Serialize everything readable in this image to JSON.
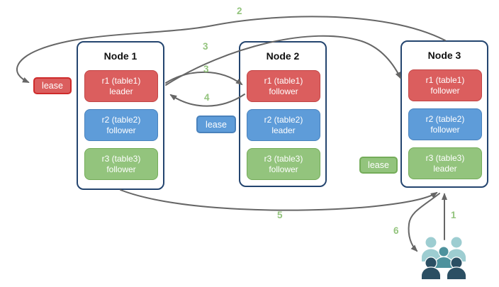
{
  "diagram": {
    "nodes": [
      {
        "title": "Node 1",
        "replicas": [
          {
            "name": "r1 (table1)",
            "role": "leader",
            "color": "red"
          },
          {
            "name": "r2 (table2)",
            "role": "follower",
            "color": "blue"
          },
          {
            "name": "r3 (table3)",
            "role": "follower",
            "color": "green"
          }
        ]
      },
      {
        "title": "Node 2",
        "replicas": [
          {
            "name": "r1 (table1)",
            "role": "follower",
            "color": "red"
          },
          {
            "name": "r2 (table2)",
            "role": "leader",
            "color": "blue"
          },
          {
            "name": "r3 (table3)",
            "role": "follower",
            "color": "green"
          }
        ]
      },
      {
        "title": "Node 3",
        "replicas": [
          {
            "name": "r1 (table1)",
            "role": "follower",
            "color": "red"
          },
          {
            "name": "r2 (table2)",
            "role": "follower",
            "color": "blue"
          },
          {
            "name": "r3 (table3)",
            "role": "leader",
            "color": "green"
          }
        ]
      }
    ],
    "leases": [
      {
        "label": "lease",
        "color": "red"
      },
      {
        "label": "lease",
        "color": "blue"
      },
      {
        "label": "lease",
        "color": "green"
      }
    ],
    "steps": {
      "s1": "1",
      "s2": "2",
      "s3a": "3",
      "s3b": "3",
      "s4": "4",
      "s5": "5",
      "s6": "6"
    },
    "colors": {
      "red_fill": "#DB5E5E",
      "red_border": "#C24646",
      "red_lease_border": "#CE2B2B",
      "blue_fill": "#5E9CD9",
      "blue_border": "#4A82BC",
      "green_fill": "#93C47D",
      "green_border": "#74AC59",
      "node_border": "#24456F",
      "arrow": "#666666",
      "step_label": "#93C47D",
      "people_light": "#9DCDD1",
      "people_mid": "#4E929D",
      "people_dark": "#2B4F63"
    },
    "people_icon": "users-group"
  }
}
